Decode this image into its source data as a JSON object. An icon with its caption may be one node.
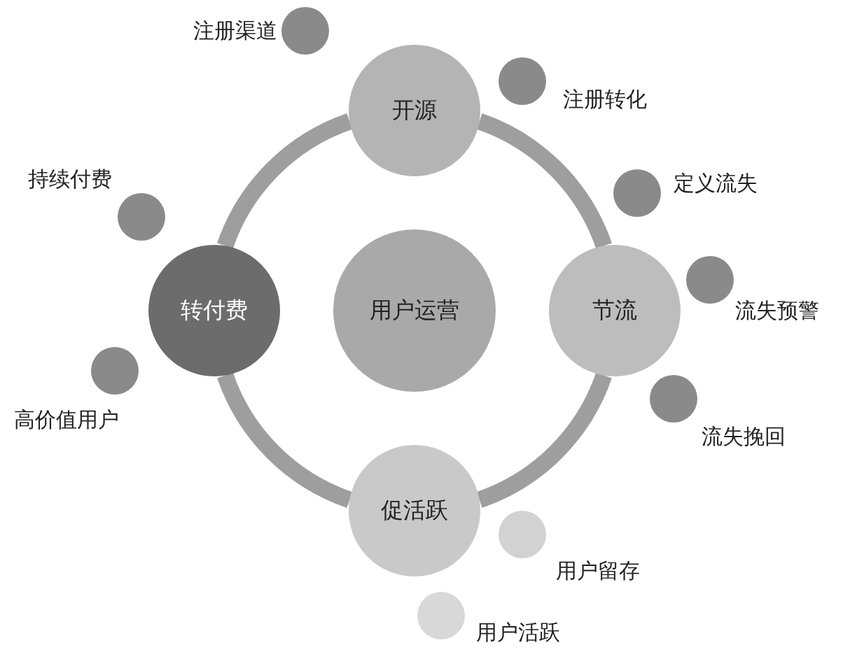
{
  "diagram": {
    "nodes": [
      {
        "text": [
          "用户运营"
        ]
      },
      {
        "text": [
          "开源"
        ]
      },
      {
        "text": [
          "节流"
        ]
      },
      {
        "text": [
          "促活跃"
        ]
      },
      {
        "text": [
          "转付费"
        ]
      },
      {
        "text": [],
        "shape": "circle",
        "beside": [
          "注册渠道"
        ]
      },
      {
        "text": [],
        "shape": "circle",
        "beside": [
          "注册转化"
        ]
      },
      {
        "text": [],
        "shape": "circle",
        "beside": [
          "定义流失"
        ]
      },
      {
        "text": [],
        "shape": "circle",
        "beside": [
          "流失预警"
        ]
      },
      {
        "text": [],
        "shape": "circle",
        "beside": [
          "流失挽回"
        ]
      },
      {
        "text": [],
        "shape": "circle",
        "beside": [
          "用户留存"
        ]
      },
      {
        "text": [],
        "shape": "circle",
        "beside": [
          "用户活跃"
        ]
      },
      {
        "text": [],
        "shape": "circle",
        "beside": [
          "持续付费"
        ]
      },
      {
        "text": [],
        "shape": "circle",
        "beside": [
          "高价值用户"
        ]
      }
    ],
    "edges": [
      {
        "from": 1,
        "to": 2,
        "arrow": "none"
      },
      {
        "from": 2,
        "to": 3,
        "arrow": "none"
      },
      {
        "from": 3,
        "to": 4,
        "arrow": "none"
      },
      {
        "from": 4,
        "to": 1,
        "arrow": "none"
      }
    ]
  }
}
